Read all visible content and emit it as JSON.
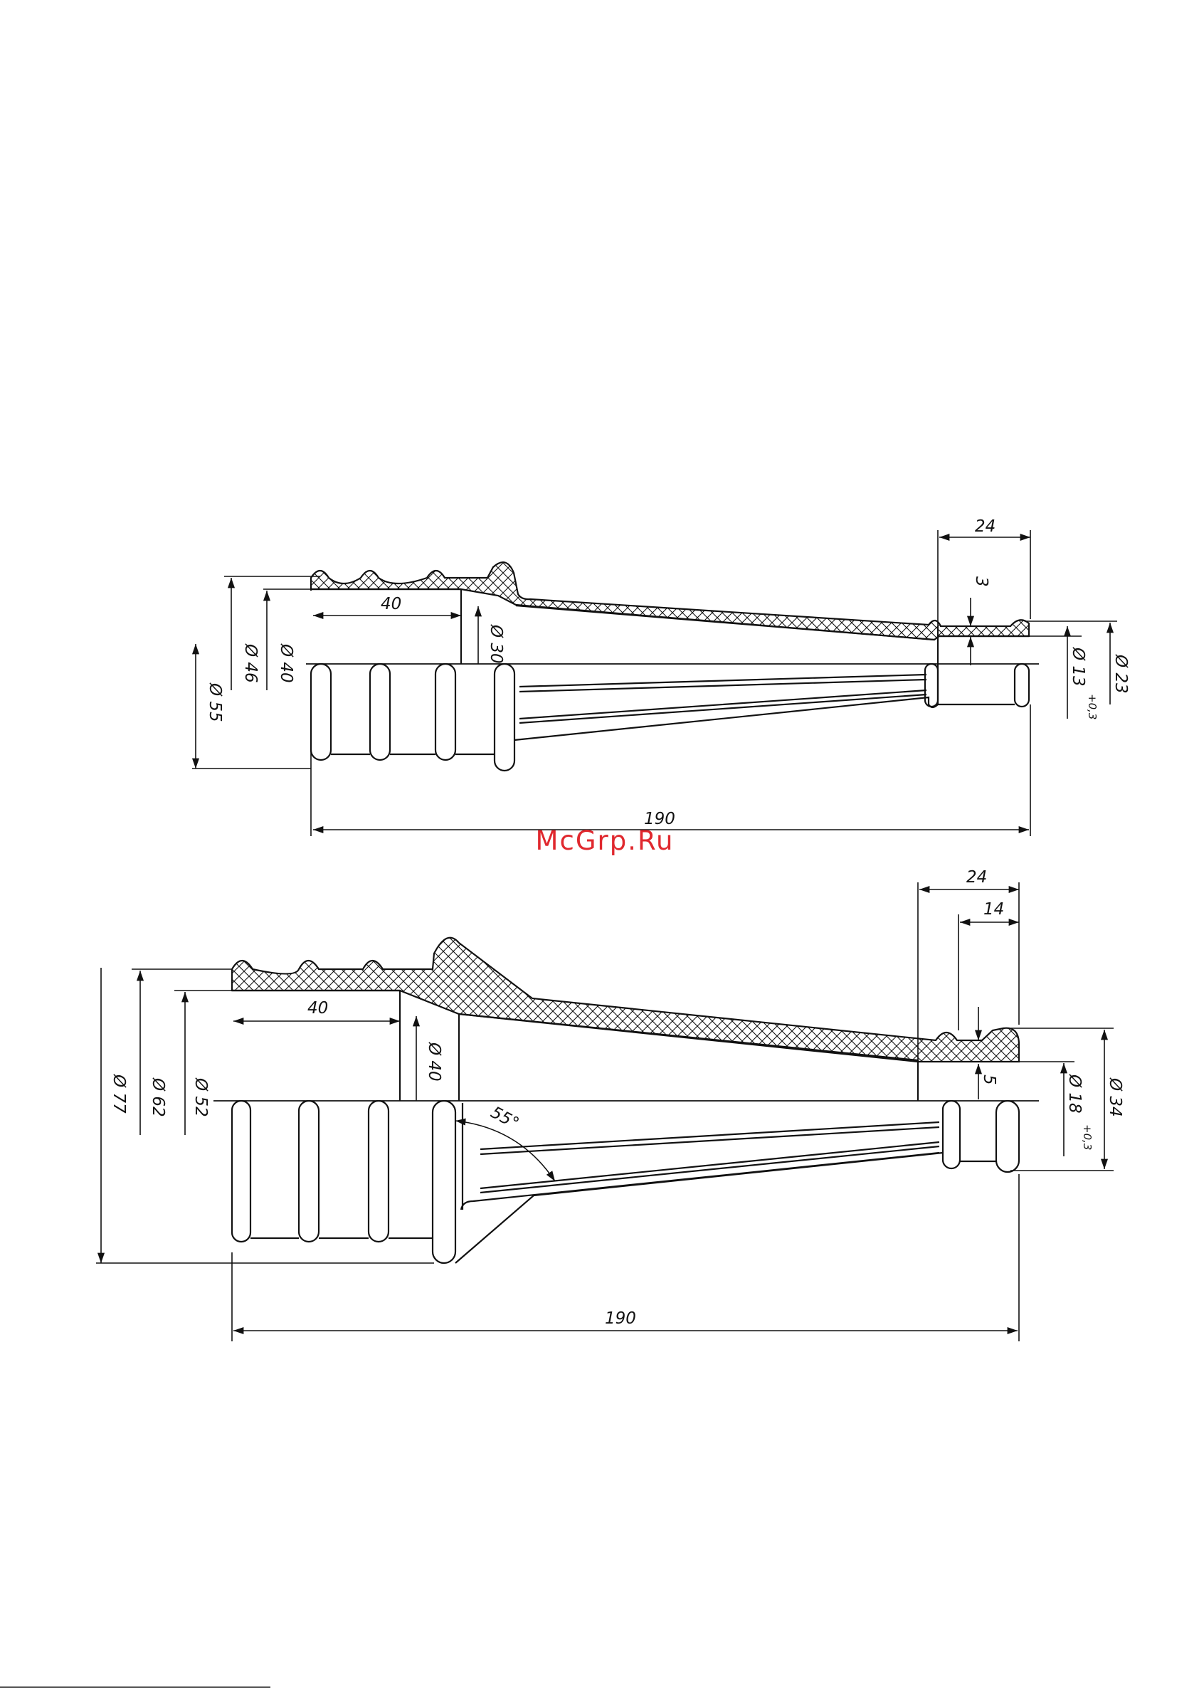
{
  "watermark": "McGrp.Ru",
  "colors": {
    "ink": "#111111",
    "watermark": "#e0282e",
    "paper": "#ffffff"
  },
  "drawing_top": {
    "labels": {
      "d55": "Ø 55",
      "d46": "Ø 46",
      "d40": "Ø 40",
      "d30": "Ø 30",
      "d13": "Ø 13",
      "tol13": "+0,3",
      "d23": "Ø 23",
      "len40": "40",
      "len24": "24",
      "wall3": "3",
      "len190": "190"
    }
  },
  "drawing_bottom": {
    "labels": {
      "d77": "Ø 77",
      "d62": "Ø 62",
      "d52": "Ø 52",
      "d40": "Ø 40",
      "d18": "Ø 18",
      "tol18": "+0,3",
      "d34": "Ø 34",
      "len40": "40",
      "len24": "24",
      "len14": "14",
      "wall5": "5",
      "angle": "55°",
      "len190": "190"
    }
  }
}
